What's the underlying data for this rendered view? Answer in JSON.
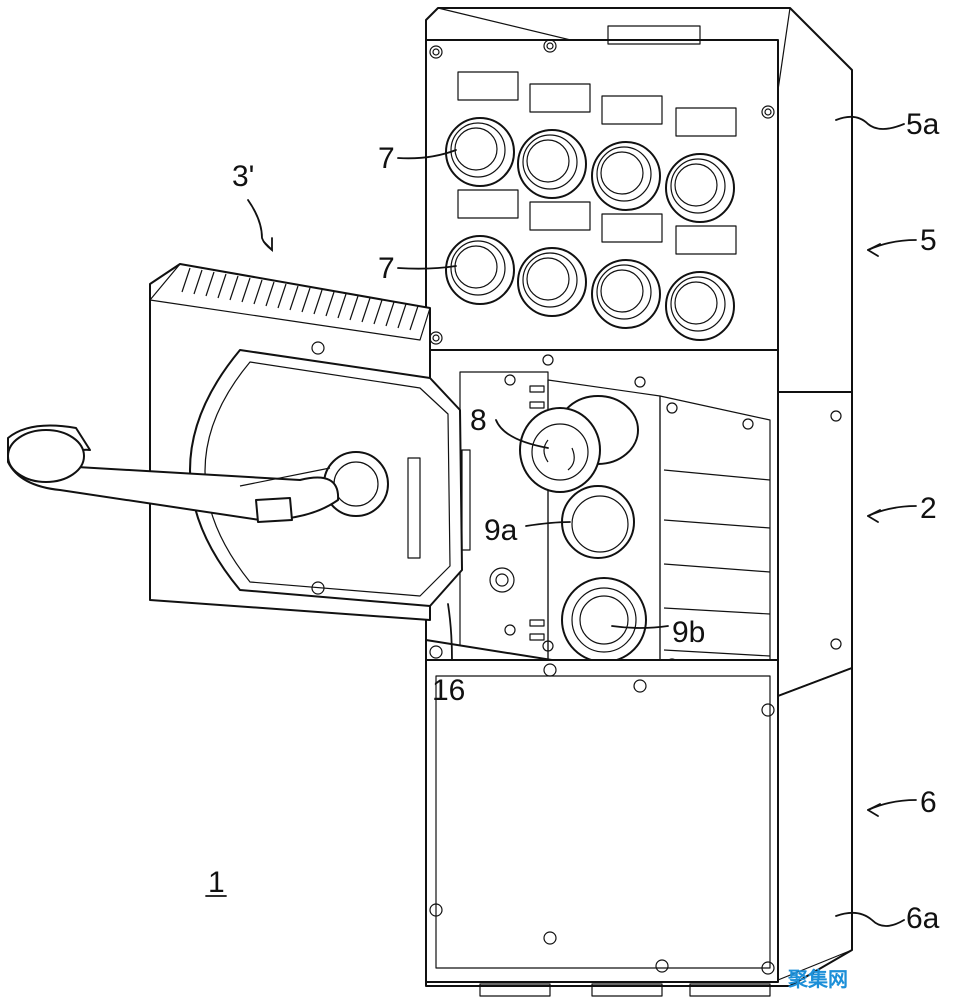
{
  "labels": {
    "ref_3p": "3'",
    "ref_5a": "5a",
    "ref_5": "5",
    "ref_7_top": "7",
    "ref_7_bottom": "7",
    "ref_8": "8",
    "ref_2": "2",
    "ref_9a": "9a",
    "ref_9b": "9b",
    "ref_16": "16",
    "ref_6": "6",
    "ref_1": "1",
    "ref_6a": "6a"
  },
  "watermark": "聚集网",
  "colors": {
    "line": "#111111",
    "watermark": "#1c8fd8"
  }
}
